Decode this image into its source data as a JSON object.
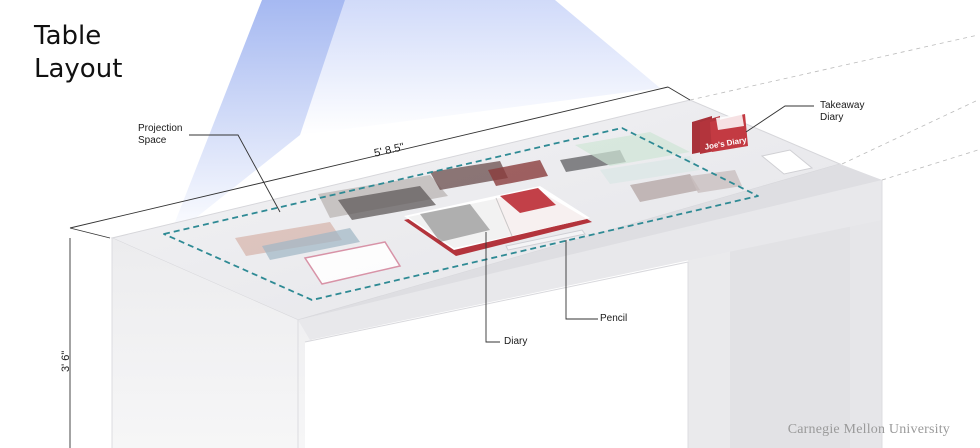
{
  "title": {
    "line1": "Table",
    "line2": "Layout"
  },
  "labels": {
    "projection": {
      "line1": "Projection",
      "line2": "Space"
    },
    "takeaway": {
      "line1": "Takeaway",
      "line2": "Diary"
    },
    "diary": "Diary",
    "pencil": "Pencil",
    "cover": "Joe's Diary"
  },
  "dimensions": {
    "length": "5' 8.5\"",
    "height": "3' 6\""
  },
  "brand": "Carnegie Mellon University",
  "colors": {
    "projection_border": "#2e8a94",
    "beam": "#5c7fe6",
    "leader": "#333333",
    "diary_red": "#b3343c",
    "table": "#ececee"
  }
}
